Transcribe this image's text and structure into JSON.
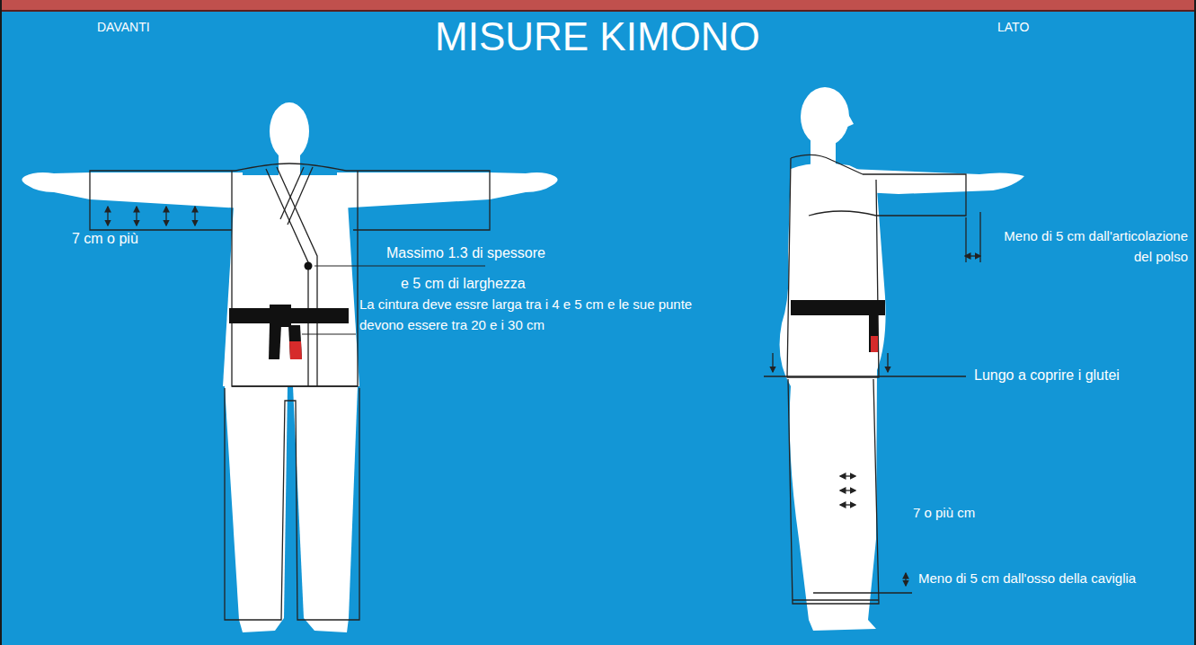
{
  "diagram": {
    "title": "MISURE KIMONO",
    "labels": [
      "DAVANTI",
      "LATO",
      "7 cm o più",
      "Massimo 1.3 di spessore",
      "e 5 cm di larghezza",
      "La cintura deve essre larga tra i 4 e 5 cm e le sue punte devono essere tra 20 e i 30 cm",
      "Meno di 5 cm dall'articolazione del polso",
      "Lungo a coprire i glutei",
      "7 o più cm",
      "Meno di 5 cm dall'osso della caviglia"
    ]
  }
}
